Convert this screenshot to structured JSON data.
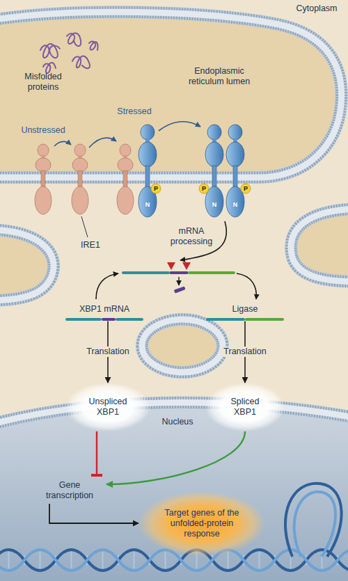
{
  "diagram": {
    "nodes": [
      {
        "text": [
          "XBP1 mRNA"
        ]
      },
      {
        "text": [
          "Ligase"
        ]
      },
      {
        "text": [
          "Unspliced XBP1"
        ]
      },
      {
        "text": [
          "Spliced XBP1"
        ]
      },
      {
        "text": [
          "Gene transcription"
        ]
      },
      {
        "text": [
          "Target genes of the unfolded-protein response"
        ]
      }
    ],
    "edges": [
      {
        "from": 0,
        "to": 2,
        "arrow": "to",
        "label": "Translation"
      },
      {
        "from": 1,
        "to": 3,
        "arrow": "to",
        "label": "Translation"
      },
      {
        "from": 2,
        "to": 4,
        "arrow": "to"
      },
      {
        "from": 3,
        "to": 4,
        "arrow": "to"
      },
      {
        "from": 4,
        "to": 5,
        "arrow": "to"
      }
    ],
    "labels": [
      "Cytoplasm",
      "Misfolded proteins",
      "Endoplasmic reticulum lumen",
      "Stressed",
      "Unstressed",
      "P",
      "N",
      "P",
      "P",
      "N",
      "N",
      "IRE1",
      "mRNA processing",
      "Nucleus"
    ]
  }
}
